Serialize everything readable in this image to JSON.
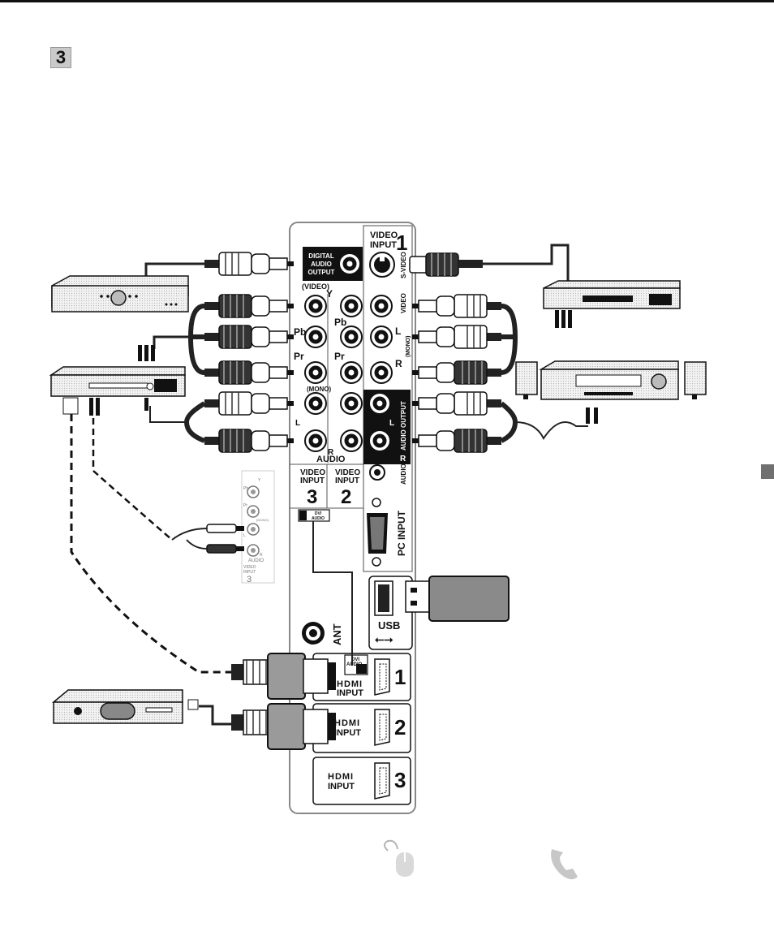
{
  "step_number": "3",
  "panel": {
    "video_input_1": {
      "title_line1": "VIDEO",
      "title_line2": "INPUT",
      "number": "1",
      "svideo": "S-VIDEO",
      "video": "VIDEO",
      "l": "L",
      "mono": "(MONO)",
      "r": "R"
    },
    "digital_audio_output": {
      "line1": "DIGITAL",
      "line2": "AUDIO",
      "line3": "OUTPUT"
    },
    "component": {
      "video_caption": "(VIDEO)",
      "y": "Y",
      "pb": "Pb",
      "pr": "Pr",
      "mono": "(MONO)",
      "l": "L",
      "r": "R",
      "audio": "AUDIO"
    },
    "video_input_3": {
      "line1": "VIDEO",
      "line2": "INPUT",
      "number": "3"
    },
    "video_input_2": {
      "line1": "VIDEO",
      "line2": "INPUT",
      "number": "2"
    },
    "dvi_audio": {
      "line1": "DVI",
      "line2": "AUDIO"
    },
    "audio_output": {
      "label": "AUDIO OUTPUT",
      "l": "L",
      "r": "R"
    },
    "pc_audio": "AUDIO",
    "pc_input": "PC INPUT",
    "usb": "USB",
    "ant": "ANT",
    "hdmi_1": {
      "logo": "HDMI",
      "label": "INPUT",
      "number": "1",
      "dvi_line1": "DVI",
      "dvi_line2": "AUDIO"
    },
    "hdmi_2": {
      "logo": "HDMI",
      "label": "INPUT",
      "number": "2"
    },
    "hdmi_3": {
      "logo": "HDMI",
      "label": "INPUT",
      "number": "3"
    }
  },
  "inset": {
    "y": "Y",
    "pb": "Pb",
    "pr": "Pr",
    "mono": "(MONO)",
    "l": "L",
    "r": "R",
    "audio": "AUDIO",
    "line1": "VIDEO",
    "line2": "INPUT",
    "number": "3"
  },
  "colors": {
    "panel_outline": "#888888",
    "device_fill": "#e6e6e6",
    "cable": "#222222",
    "usb_stick": "#8a8a8a",
    "side_tab": "#707070"
  }
}
